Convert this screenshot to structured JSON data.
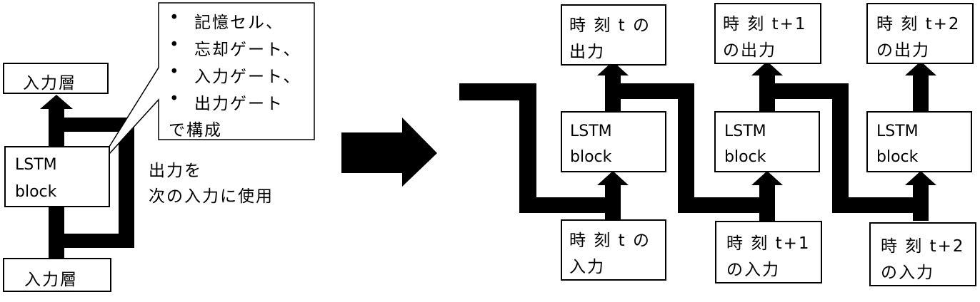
{
  "left": {
    "output_layer": "入力層",
    "input_layer": "入力層",
    "block_line1": "LSTM",
    "block_line2": "block",
    "callout_bullet": "•",
    "callout_items": [
      "記憶セル、",
      "忘却ゲート、",
      "入力ゲート、",
      "出力ゲート"
    ],
    "callout_footer": "で構成",
    "recurrent_note_line1": "出力を",
    "recurrent_note_line2": "次の入力に使用"
  },
  "right": {
    "steps": [
      {
        "block_line1": "LSTM",
        "block_line2": "block",
        "output_line1": "時 刻 t の",
        "output_line2": "出力",
        "input_line1": "時 刻 t の",
        "input_line2": "入力"
      },
      {
        "block_line1": "LSTM",
        "block_line2": "block",
        "output_line1": "時 刻 t+1",
        "output_line2": "の出力",
        "input_line1": "時 刻 t+1",
        "input_line2": "の入力"
      },
      {
        "block_line1": "LSTM",
        "block_line2": "block",
        "output_line1": "時 刻 t+2",
        "output_line2": "の出力",
        "input_line1": "時 刻 t+2",
        "input_line2": "の入力"
      }
    ]
  },
  "colors": {
    "stroke": "#000000",
    "fill": "#ffffff"
  }
}
